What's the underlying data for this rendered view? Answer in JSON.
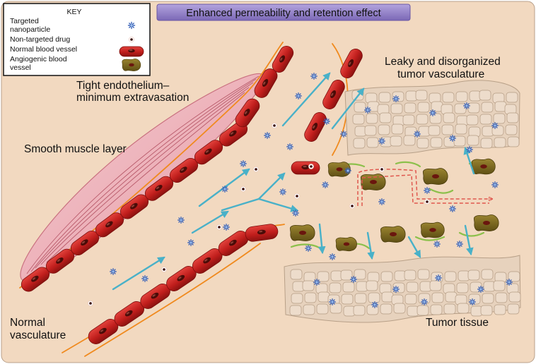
{
  "title": "Enhanced permeability and retention effect",
  "key": {
    "heading": "KEY",
    "items": [
      {
        "line1": "Targeted",
        "line2": "nanoparticle",
        "symbol": "targeted-nanoparticle"
      },
      {
        "line1": "Non-targeted drug",
        "line2": "",
        "symbol": "non-targeted-drug"
      },
      {
        "line1": "Normal blood vessel",
        "line2": "",
        "symbol": "normal-blood-vessel"
      },
      {
        "line1": "Angiogenic blood",
        "line2": "vessel",
        "symbol": "angiogenic-blood-vessel"
      }
    ]
  },
  "labels": {
    "tight_1": "Tight endothelium–",
    "tight_2": "minimum extravasation",
    "leaky_1": "Leaky and disorganized",
    "leaky_2": "tumor vasculature",
    "smooth_muscle": "Smooth muscle layer",
    "normal_1": "Normal",
    "normal_2": "vasculature",
    "tumor_tissue": "Tumor tissue"
  },
  "colors": {
    "background": "#f2d9c0",
    "title_bar": "#8e7cc3",
    "vessel_cell": "#c8201e",
    "nucleus": "#5a0e0a",
    "angiogenic_cell": "#7d6a22",
    "tumor_tissue": "#e7d2bd",
    "muscle": "#eeb0b8",
    "arrow": "#49b1c8",
    "basement_membrane": "#f08a1e",
    "pericyte": "#8cc04b",
    "nanoparticle": "#3a63b8"
  }
}
